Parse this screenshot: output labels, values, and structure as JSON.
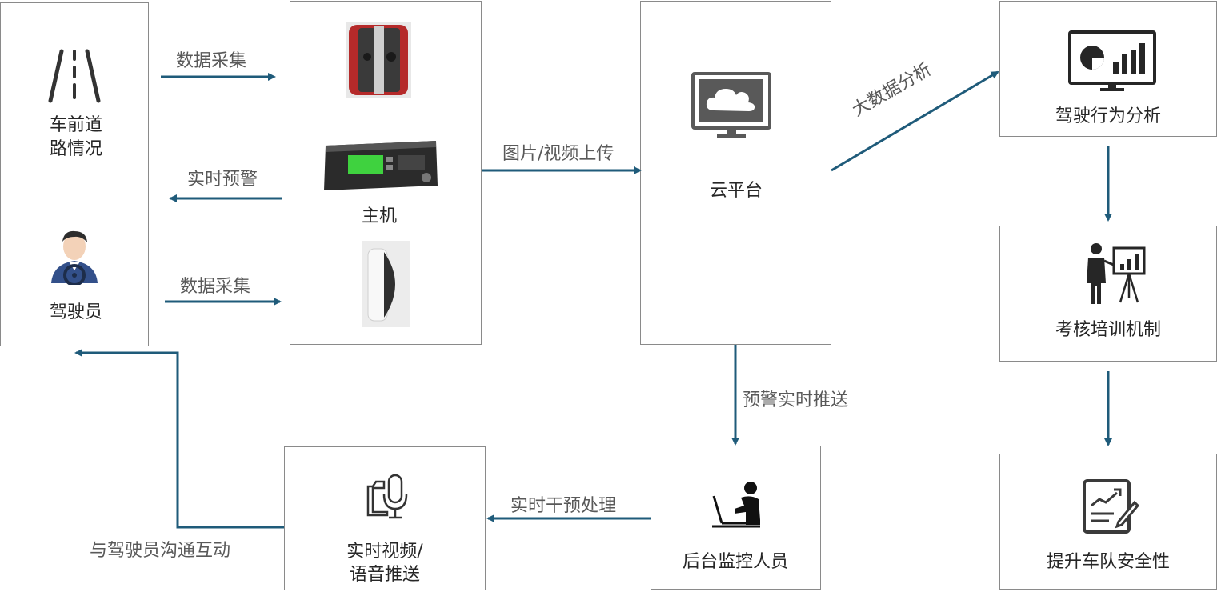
{
  "nodes": {
    "road": "车前道\n路情况",
    "driver": "驾驶员",
    "host": "主机",
    "cloud": "云平台",
    "behavior": "驾驶行为分析",
    "assessment": "考核培训机制",
    "safety": "提升车队安全性",
    "monitor": "后台监控人员",
    "video_voice": "实时视频/\n语音推送"
  },
  "edges": {
    "collect_top": "数据采集",
    "warn": "实时预警",
    "collect_bottom": "数据采集",
    "upload": "图片/视频上传",
    "bigdata": "大数据分析",
    "push": "预警实时推送",
    "intervene": "实时干预处理",
    "interact": "与驾驶员沟通互动"
  },
  "colors": {
    "arrow": "#1f5b7a",
    "border": "#8a8a8a",
    "device_red": "#b52a2a",
    "device_screen": "#3fd23f"
  }
}
